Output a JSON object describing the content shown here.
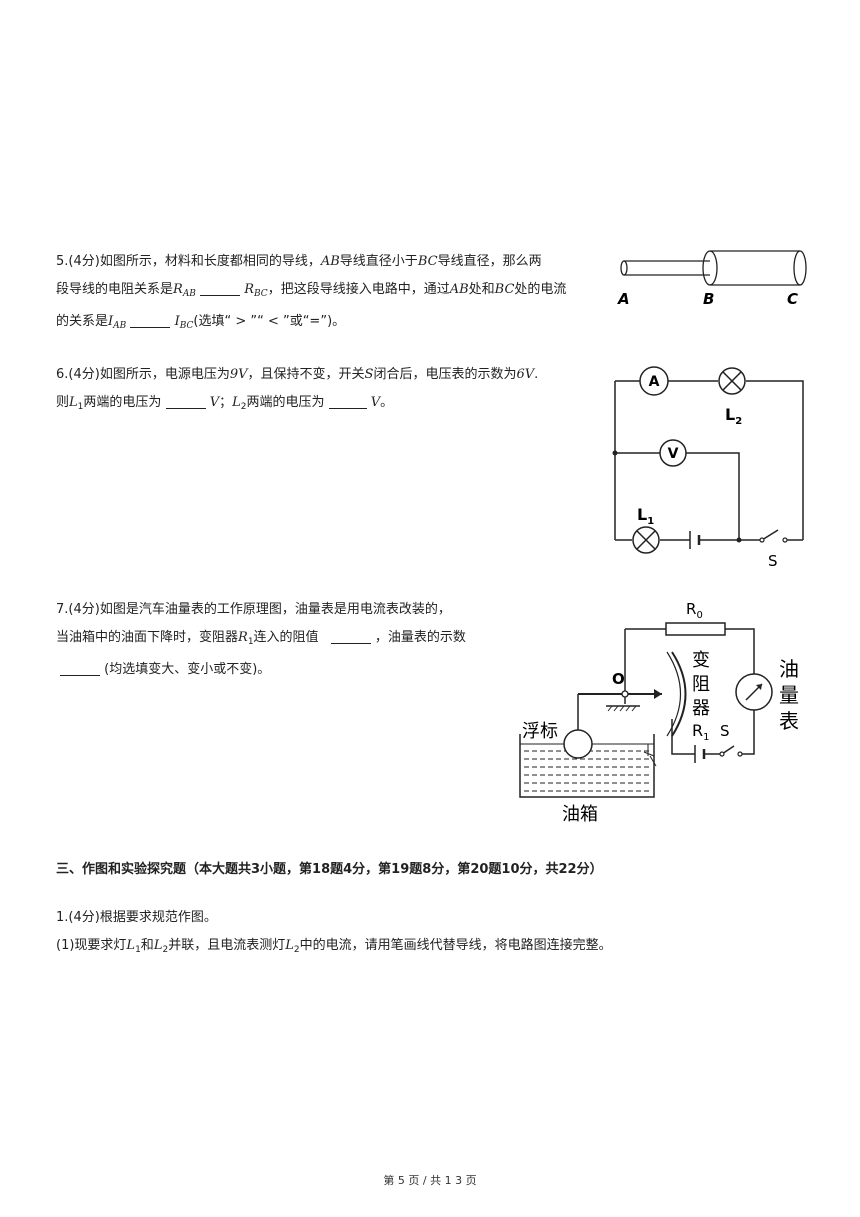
{
  "q5": {
    "num": "5.",
    "score": "(4分)",
    "text1": "如图所示，材料和长度都相同的导线，",
    "ab": "AB",
    "text2": "导线直径小于",
    "bc": "BC",
    "text3": "导线直径，那么两",
    "text4": "段导线的电阻关系是",
    "r": "R",
    "ab_sub": "AB",
    "bc_sub": "BC",
    "text5": "，把这段导线接入电路中，通过",
    "text6": "处和",
    "text7": "处的电流",
    "text8": "的关系是",
    "i": "I",
    "text9": "(选填“ > ”“ < ”或“=”)。",
    "label_a": "A",
    "label_b": "B",
    "label_c": "C"
  },
  "q6": {
    "num": "6.",
    "score": "(4分)",
    "text1": "如图所示，电源电压为",
    "v9": "9V",
    "text2": "，且保持不变，开关",
    "s": "S",
    "text3": "闭合后，电压表的示数为",
    "v6": "6V",
    "text4": ".",
    "text5": "则",
    "l": "L",
    "one": "1",
    "two": "2",
    "text6": "两端的电压为",
    "unit_v": "V",
    "text7": "；",
    "text8": "两端的电压为",
    "text9": "。",
    "fig_a": "A",
    "fig_v": "V",
    "fig_l2": "L",
    "fig_l2_sub": "2",
    "fig_l1": "L",
    "fig_l1_sub": "1",
    "fig_s": "S"
  },
  "q7": {
    "num": "7.",
    "score": "(4分)",
    "text1": "如图是汽车油量表的工作原理图，油量表是用电流表改装的，",
    "text2": "当油箱中的油面下降时，变阻器",
    "r": "R",
    "r_sub": "1",
    "text3": "连入的阻值",
    "text4": "，油量表的示数",
    "text5": "(均选填变大、变小或不变)。",
    "fig_r0": "R",
    "fig_r0_sub": "0",
    "fig_o": "O",
    "fig_rheostat": [
      "变",
      "阻",
      "器"
    ],
    "fig_r1": "R",
    "fig_r1_sub": "1",
    "fig_s": "S",
    "fig_meter": [
      "油",
      "量",
      "表"
    ],
    "fig_float": "浮标",
    "fig_tank": "油箱"
  },
  "section3": {
    "title": "三、作图和实验探究题（本大题共3小题，第18题4分，第19题8分，第20题10分，共22分）"
  },
  "q1": {
    "num": "1.",
    "score": "(4分)",
    "text1": "根据要求规范作图。",
    "text2": "(1)现要求灯",
    "l": "L",
    "one": "1",
    "two": "2",
    "text3": "和",
    "text4": "并联，且电流表测灯",
    "text5": "中的电流，请用笔画线代替导线，将电路图连接完整。"
  },
  "footer": {
    "text": "第 5 页  /  共 1 3 页"
  }
}
